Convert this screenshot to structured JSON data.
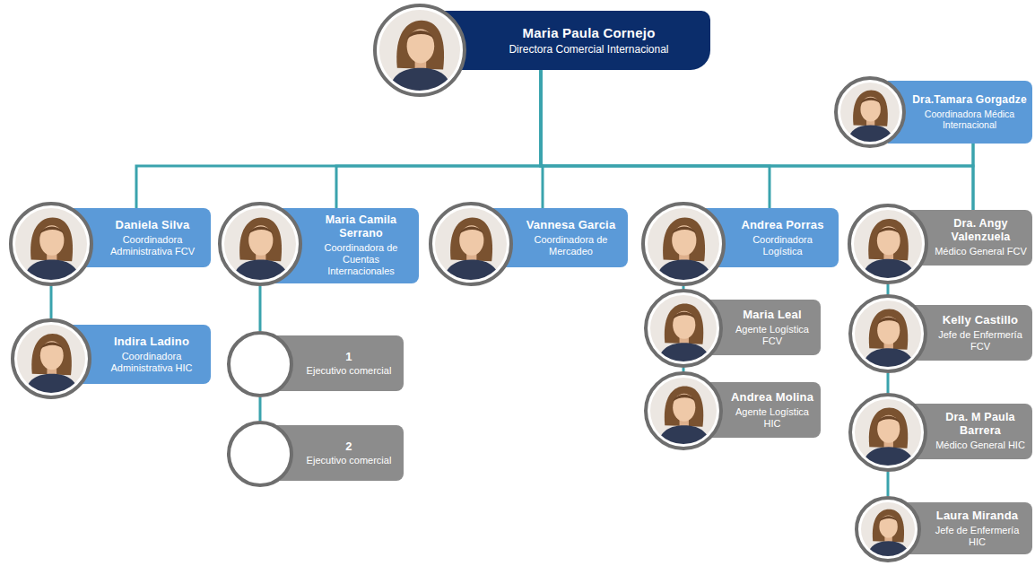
{
  "diagram": {
    "nodes": [
      {
        "text": [
          "Maria Paula Cornejo",
          "Directora Comercial Internacional"
        ]
      },
      {
        "text": [
          "Dra.Tamara Gorgadze",
          "Coordinadora Médica Internacional"
        ]
      },
      {
        "text": [
          "Daniela Silva",
          "Coordinadora Administrativa FCV"
        ]
      },
      {
        "text": [
          "Maria Camila Serrano",
          "Coordinadora de Cuentas Internacionales"
        ]
      },
      {
        "text": [
          "Vannesa Garcia",
          "Coordinadora de Mercadeo"
        ]
      },
      {
        "text": [
          "Andrea Porras",
          "Coordinadora Logística"
        ]
      },
      {
        "text": [
          "Dra. Angy Valenzuela",
          "Médico General FCV"
        ]
      },
      {
        "text": [
          "Indira Ladino",
          "Coordinadora Administrativa HIC"
        ]
      },
      {
        "text": [
          "1",
          "Ejecutivo comercial"
        ]
      },
      {
        "text": [
          "2",
          "Ejecutivo comercial"
        ]
      },
      {
        "text": [
          "Maria Leal",
          "Agente Logística FCV"
        ]
      },
      {
        "text": [
          "Andrea Molina",
          "Agente Logística HIC"
        ]
      },
      {
        "text": [
          "Kelly Castillo",
          "Jefe de Enfermería FCV"
        ]
      },
      {
        "text": [
          "Dra. M Paula Barrera",
          "Médico General HIC"
        ]
      },
      {
        "text": [
          "Laura Miranda",
          "Jefe de Enfermería HIC"
        ]
      }
    ],
    "edges": [
      {
        "from": 0,
        "to": 1,
        "arrow": "none"
      },
      {
        "from": 0,
        "to": 2,
        "arrow": "none"
      },
      {
        "from": 0,
        "to": 3,
        "arrow": "none"
      },
      {
        "from": 0,
        "to": 4,
        "arrow": "none"
      },
      {
        "from": 0,
        "to": 5,
        "arrow": "none"
      },
      {
        "from": 0,
        "to": 6,
        "arrow": "none"
      },
      {
        "from": 1,
        "to": 6,
        "arrow": "none"
      },
      {
        "from": 2,
        "to": 7,
        "arrow": "none"
      },
      {
        "from": 3,
        "to": 8,
        "arrow": "none"
      },
      {
        "from": 8,
        "to": 9,
        "arrow": "none"
      },
      {
        "from": 5,
        "to": 10,
        "arrow": "none"
      },
      {
        "from": 10,
        "to": 11,
        "arrow": "none"
      },
      {
        "from": 6,
        "to": 12,
        "arrow": "none"
      },
      {
        "from": 12,
        "to": 13,
        "arrow": "none"
      },
      {
        "from": 13,
        "to": 14,
        "arrow": "none"
      }
    ]
  }
}
